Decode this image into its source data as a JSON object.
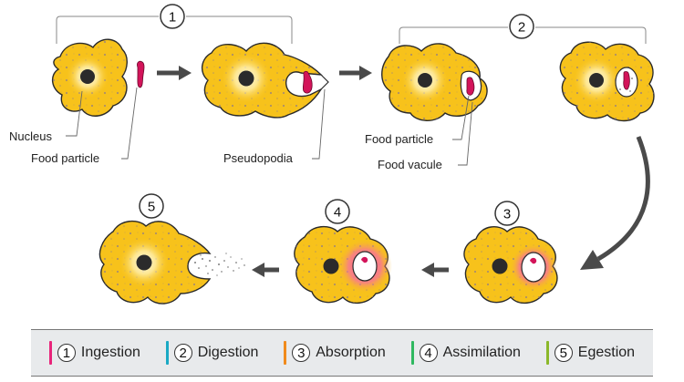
{
  "labels": {
    "nucleus": "Nucleus",
    "food_particle_1": "Food particle",
    "pseudopodia": "Pseudopodia",
    "food_particle_2": "Food particle",
    "food_vacule": "Food vacule"
  },
  "steps": {
    "s1": "1",
    "s2": "2",
    "s3": "3",
    "s4": "4",
    "s5": "5"
  },
  "legend": [
    {
      "num": "1",
      "label": "Ingestion",
      "color": "#e8247a"
    },
    {
      "num": "2",
      "label": "Digestion",
      "color": "#1aa9c4"
    },
    {
      "num": "3",
      "label": "Absorption",
      "color": "#f08a1c"
    },
    {
      "num": "4",
      "label": "Assimilation",
      "color": "#2fb860"
    },
    {
      "num": "5",
      "label": "Egestion",
      "color": "#8bb82a"
    }
  ],
  "colors": {
    "cell_fill": "#f7c21b",
    "cell_stroke": "#2a2a2a",
    "nucleus": "#2b2b2b",
    "food": "#d3145a",
    "arrow": "#4a4a4a"
  }
}
